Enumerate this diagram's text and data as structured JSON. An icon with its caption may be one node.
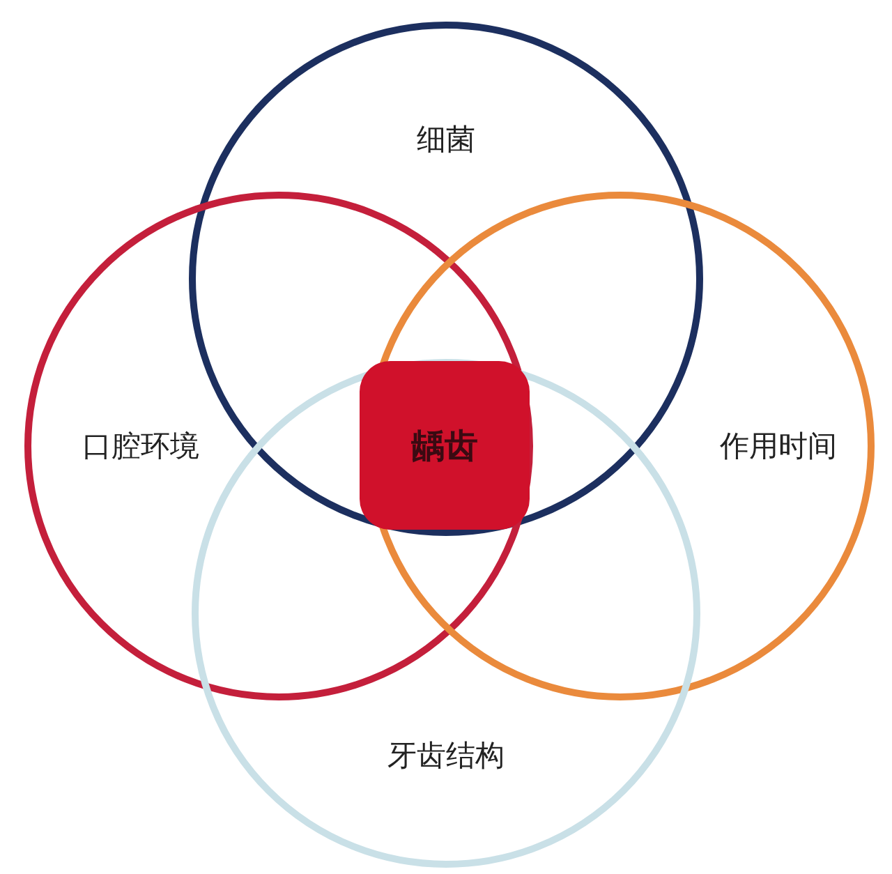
{
  "diagram": {
    "nodes": [
      {
        "text": [
          "细菌"
        ]
      },
      {
        "text": [
          "口腔环境"
        ]
      },
      {
        "text": [
          "作用时间"
        ]
      },
      {
        "text": [
          "牙齿结构"
        ]
      },
      {
        "text": [
          "龋齿"
        ]
      }
    ]
  }
}
